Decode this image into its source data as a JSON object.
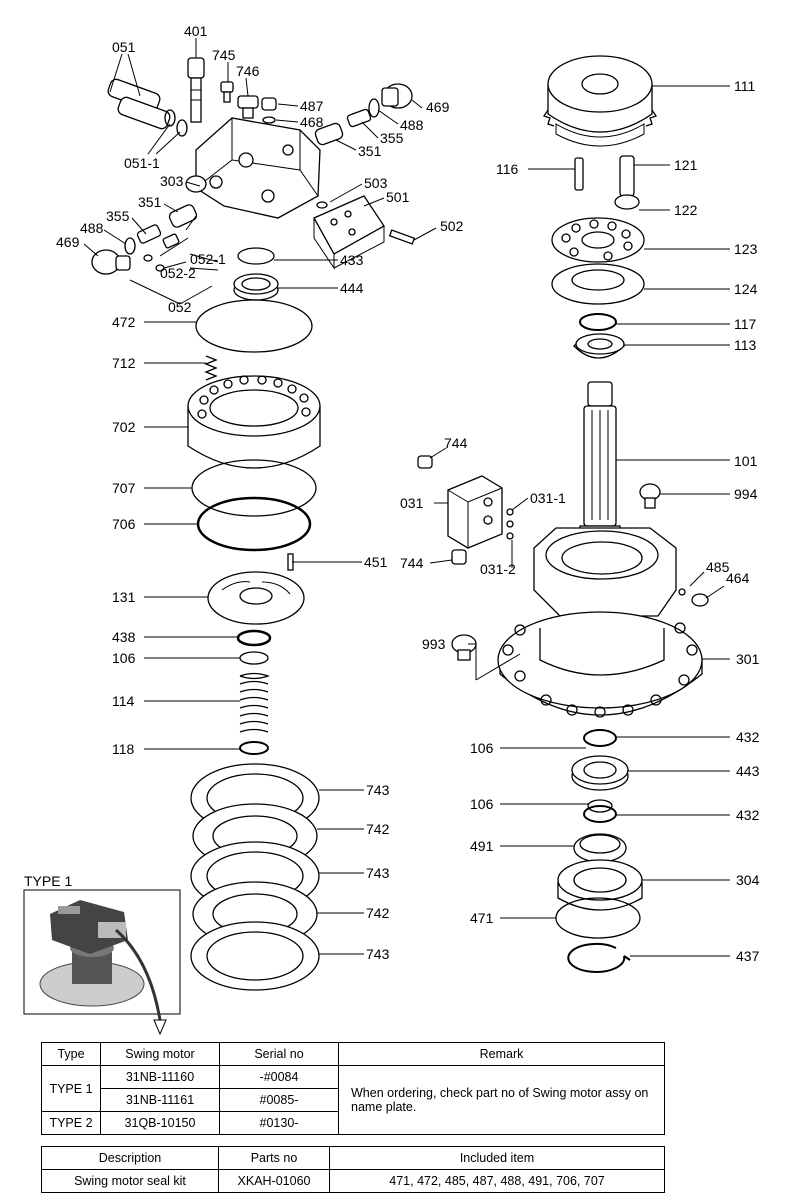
{
  "type1_label": "TYPE 1",
  "callouts": {
    "c401": "401",
    "c745": "745",
    "c746": "746",
    "c051": "051",
    "c487": "487",
    "c468": "468",
    "c469a": "469",
    "c488a": "488",
    "c355a": "355",
    "c351a": "351",
    "c051_1": "051-1",
    "c303": "303",
    "c503": "503",
    "c501": "501",
    "c351b": "351",
    "c355b": "355",
    "c488b": "488",
    "c469b": "469",
    "c502": "502",
    "c052_1": "052-1",
    "c052_2": "052-2",
    "c052": "052",
    "c433": "433",
    "c444": "444",
    "c472": "472",
    "c712": "712",
    "c702": "702",
    "c707": "707",
    "c706": "706",
    "c451": "451",
    "c131": "131",
    "c438": "438",
    "c106a": "106",
    "c114": "114",
    "c118": "118",
    "c743a": "743",
    "c742a": "742",
    "c743b": "743",
    "c742b": "742",
    "c743c": "743",
    "c111": "111",
    "c116": "116",
    "c121": "121",
    "c122": "122",
    "c123": "123",
    "c124": "124",
    "c117": "117",
    "c113": "113",
    "c744a": "744",
    "c101": "101",
    "c031": "031",
    "c031_1": "031-1",
    "c994": "994",
    "c744b": "744",
    "c031_2": "031-2",
    "c485": "485",
    "c464": "464",
    "c993": "993",
    "c301": "301",
    "c106b": "106",
    "c432a": "432",
    "c443": "443",
    "c106c": "106",
    "c432b": "432",
    "c491": "491",
    "c304": "304",
    "c471": "471",
    "c437": "437"
  },
  "type_table": {
    "headers": [
      "Type",
      "Swing motor",
      "Serial no",
      "Remark"
    ],
    "rows": [
      {
        "type": "TYPE 1",
        "motor": "31NB-11160",
        "serial": "-#0084"
      },
      {
        "type": "",
        "motor": "31NB-11161",
        "serial": "#0085-"
      },
      {
        "type": "TYPE 2",
        "motor": "31QB-10150",
        "serial": "#0130-"
      }
    ],
    "remark": "When ordering, check part no of Swing motor assy on name plate."
  },
  "kit_table": {
    "headers": [
      "Description",
      "Parts no",
      "Included item"
    ],
    "row": {
      "description": "Swing motor seal kit",
      "parts_no": "XKAH-01060",
      "items": "471, 472, 485, 487, 488, 491, 706, 707"
    }
  }
}
